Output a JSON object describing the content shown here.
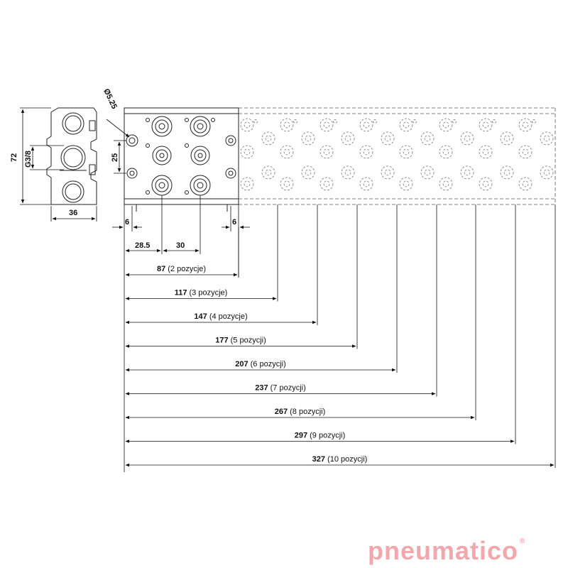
{
  "dimensions": {
    "height": "72",
    "thread": "G3/8",
    "width": "36",
    "hole": "Ø5.25",
    "pitch_v": "25",
    "edge_left": "6",
    "edge_right": "6",
    "first_port": "28.5",
    "pitch_h": "30"
  },
  "lengths": [
    {
      "value": "87",
      "note": "(2 pozycje)"
    },
    {
      "value": "117",
      "note": "(3 pozycje)"
    },
    {
      "value": "147",
      "note": "(4 pozycje)"
    },
    {
      "value": "177",
      "note": "(5 pozycji)"
    },
    {
      "value": "207",
      "note": "(6 pozycji)"
    },
    {
      "value": "237",
      "note": "(7 pozycji)"
    },
    {
      "value": "267",
      "note": "(8 pozycji)"
    },
    {
      "value": "297",
      "note": "(9 pozycji)"
    },
    {
      "value": "327",
      "note": "(10 pozycji)"
    }
  ],
  "logo": {
    "text": "pneumatico",
    "mark": "®",
    "color": "#f2a7ad"
  }
}
